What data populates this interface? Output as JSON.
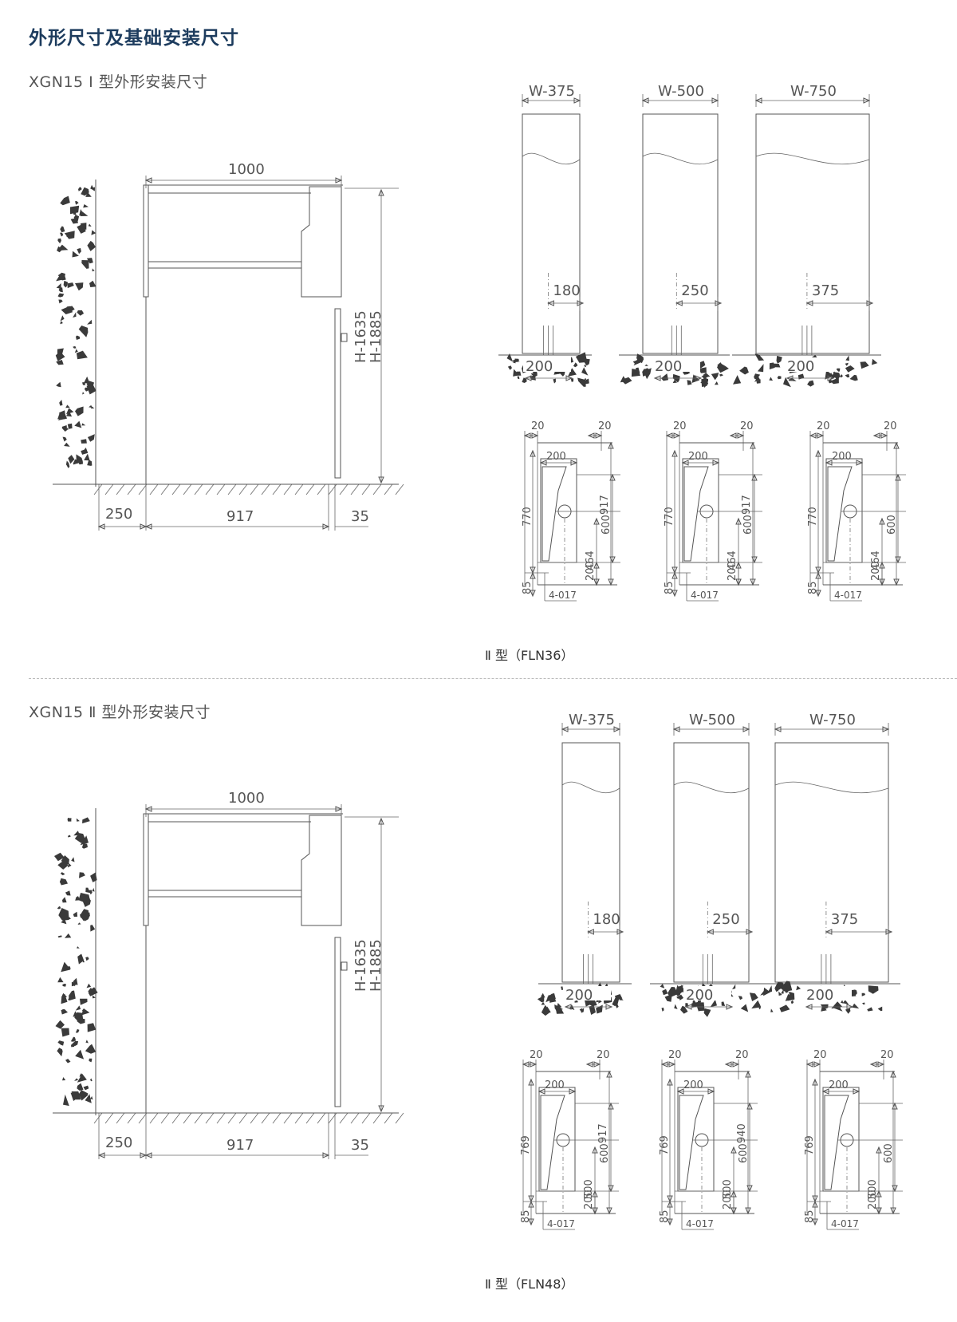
{
  "page": {
    "title": "外形尺寸及基础安装尺寸"
  },
  "sections": [
    {
      "title": "XGN15 Ⅰ 型外形安装尺寸",
      "front": {
        "width": "1000",
        "height1": "H-1635",
        "height2": "H-1885",
        "left": "250",
        "mid": "917",
        "right": "35"
      },
      "columns": [
        {
          "w": "W-375",
          "off": "180",
          "base": "200"
        },
        {
          "w": "W-500",
          "off": "250",
          "base": "200"
        },
        {
          "w": "W-750",
          "off": "375",
          "base": "200"
        }
      ],
      "details": {
        "top_left": "20",
        "top_right": "20",
        "inner": "200",
        "left_h": "770",
        "gap": "85",
        "d600": "600",
        "d464": "464",
        "d200": "200",
        "d917": "917",
        "hole": "4-017"
      },
      "caption": "Ⅱ 型（FLN36）"
    },
    {
      "title": "XGN15 Ⅱ 型外形安装尺寸",
      "front": {
        "width": "1000",
        "height1": "H-1635",
        "height2": "H-1885",
        "left": "250",
        "mid": "917",
        "right": "35"
      },
      "columns": [
        {
          "w": "W-375",
          "off": "180",
          "base": "200"
        },
        {
          "w": "W-500",
          "off": "250",
          "base": "200"
        },
        {
          "w": "W-750",
          "off": "375",
          "base": "200"
        }
      ],
      "details": {
        "top_left": "20",
        "top_right": "20",
        "inner": "200",
        "left_h": "769",
        "gap": "85",
        "d600": "600",
        "d500": "500",
        "d200": "200",
        "d940": "940",
        "d917": "917",
        "hole": "4-017"
      },
      "caption": "Ⅱ 型（FLN48）"
    }
  ]
}
